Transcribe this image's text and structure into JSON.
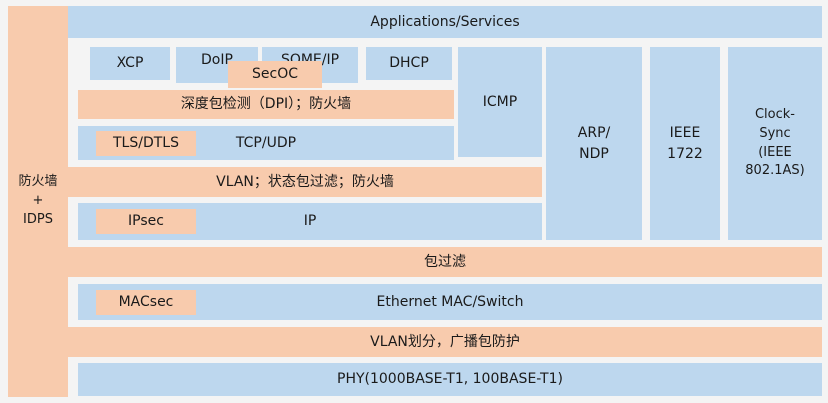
{
  "colors": {
    "blue": "#BDD7EE",
    "orange": "#F8CBAD",
    "bg": "#F4F4F4",
    "text": "#1A1A1A"
  },
  "left_bar": {
    "label": "防火墙\n+\nIDPS"
  },
  "layers": {
    "applications": "Applications/Services",
    "xcp": "XCP",
    "doip": "DoIP",
    "someip": "SOME/IP",
    "dhcp": "DHCP",
    "secoc": "SecOC",
    "dpi": "深度包检测（DPI）；防火墙",
    "tls_dtls": "TLS/DTLS",
    "tcp_udp": "TCP/UDP",
    "icmp": "ICMP",
    "arp_ndp": "ARP/\nNDP",
    "ieee_1722": "IEEE\n1722",
    "clock_sync": "Clock-\nSync\n(IEEE\n802.1AS)",
    "vlan_stateful_firewall": "VLAN；状态包过滤；防火墙",
    "ipsec": "IPsec",
    "ip": "IP",
    "packet_filter": "包过滤",
    "macsec": "MACsec",
    "ethernet_mac": "Ethernet MAC/Switch",
    "vlan_partition": "VLAN划分，广播包防护",
    "phy": "PHY(1000BASE-T1, 100BASE-T1)"
  }
}
